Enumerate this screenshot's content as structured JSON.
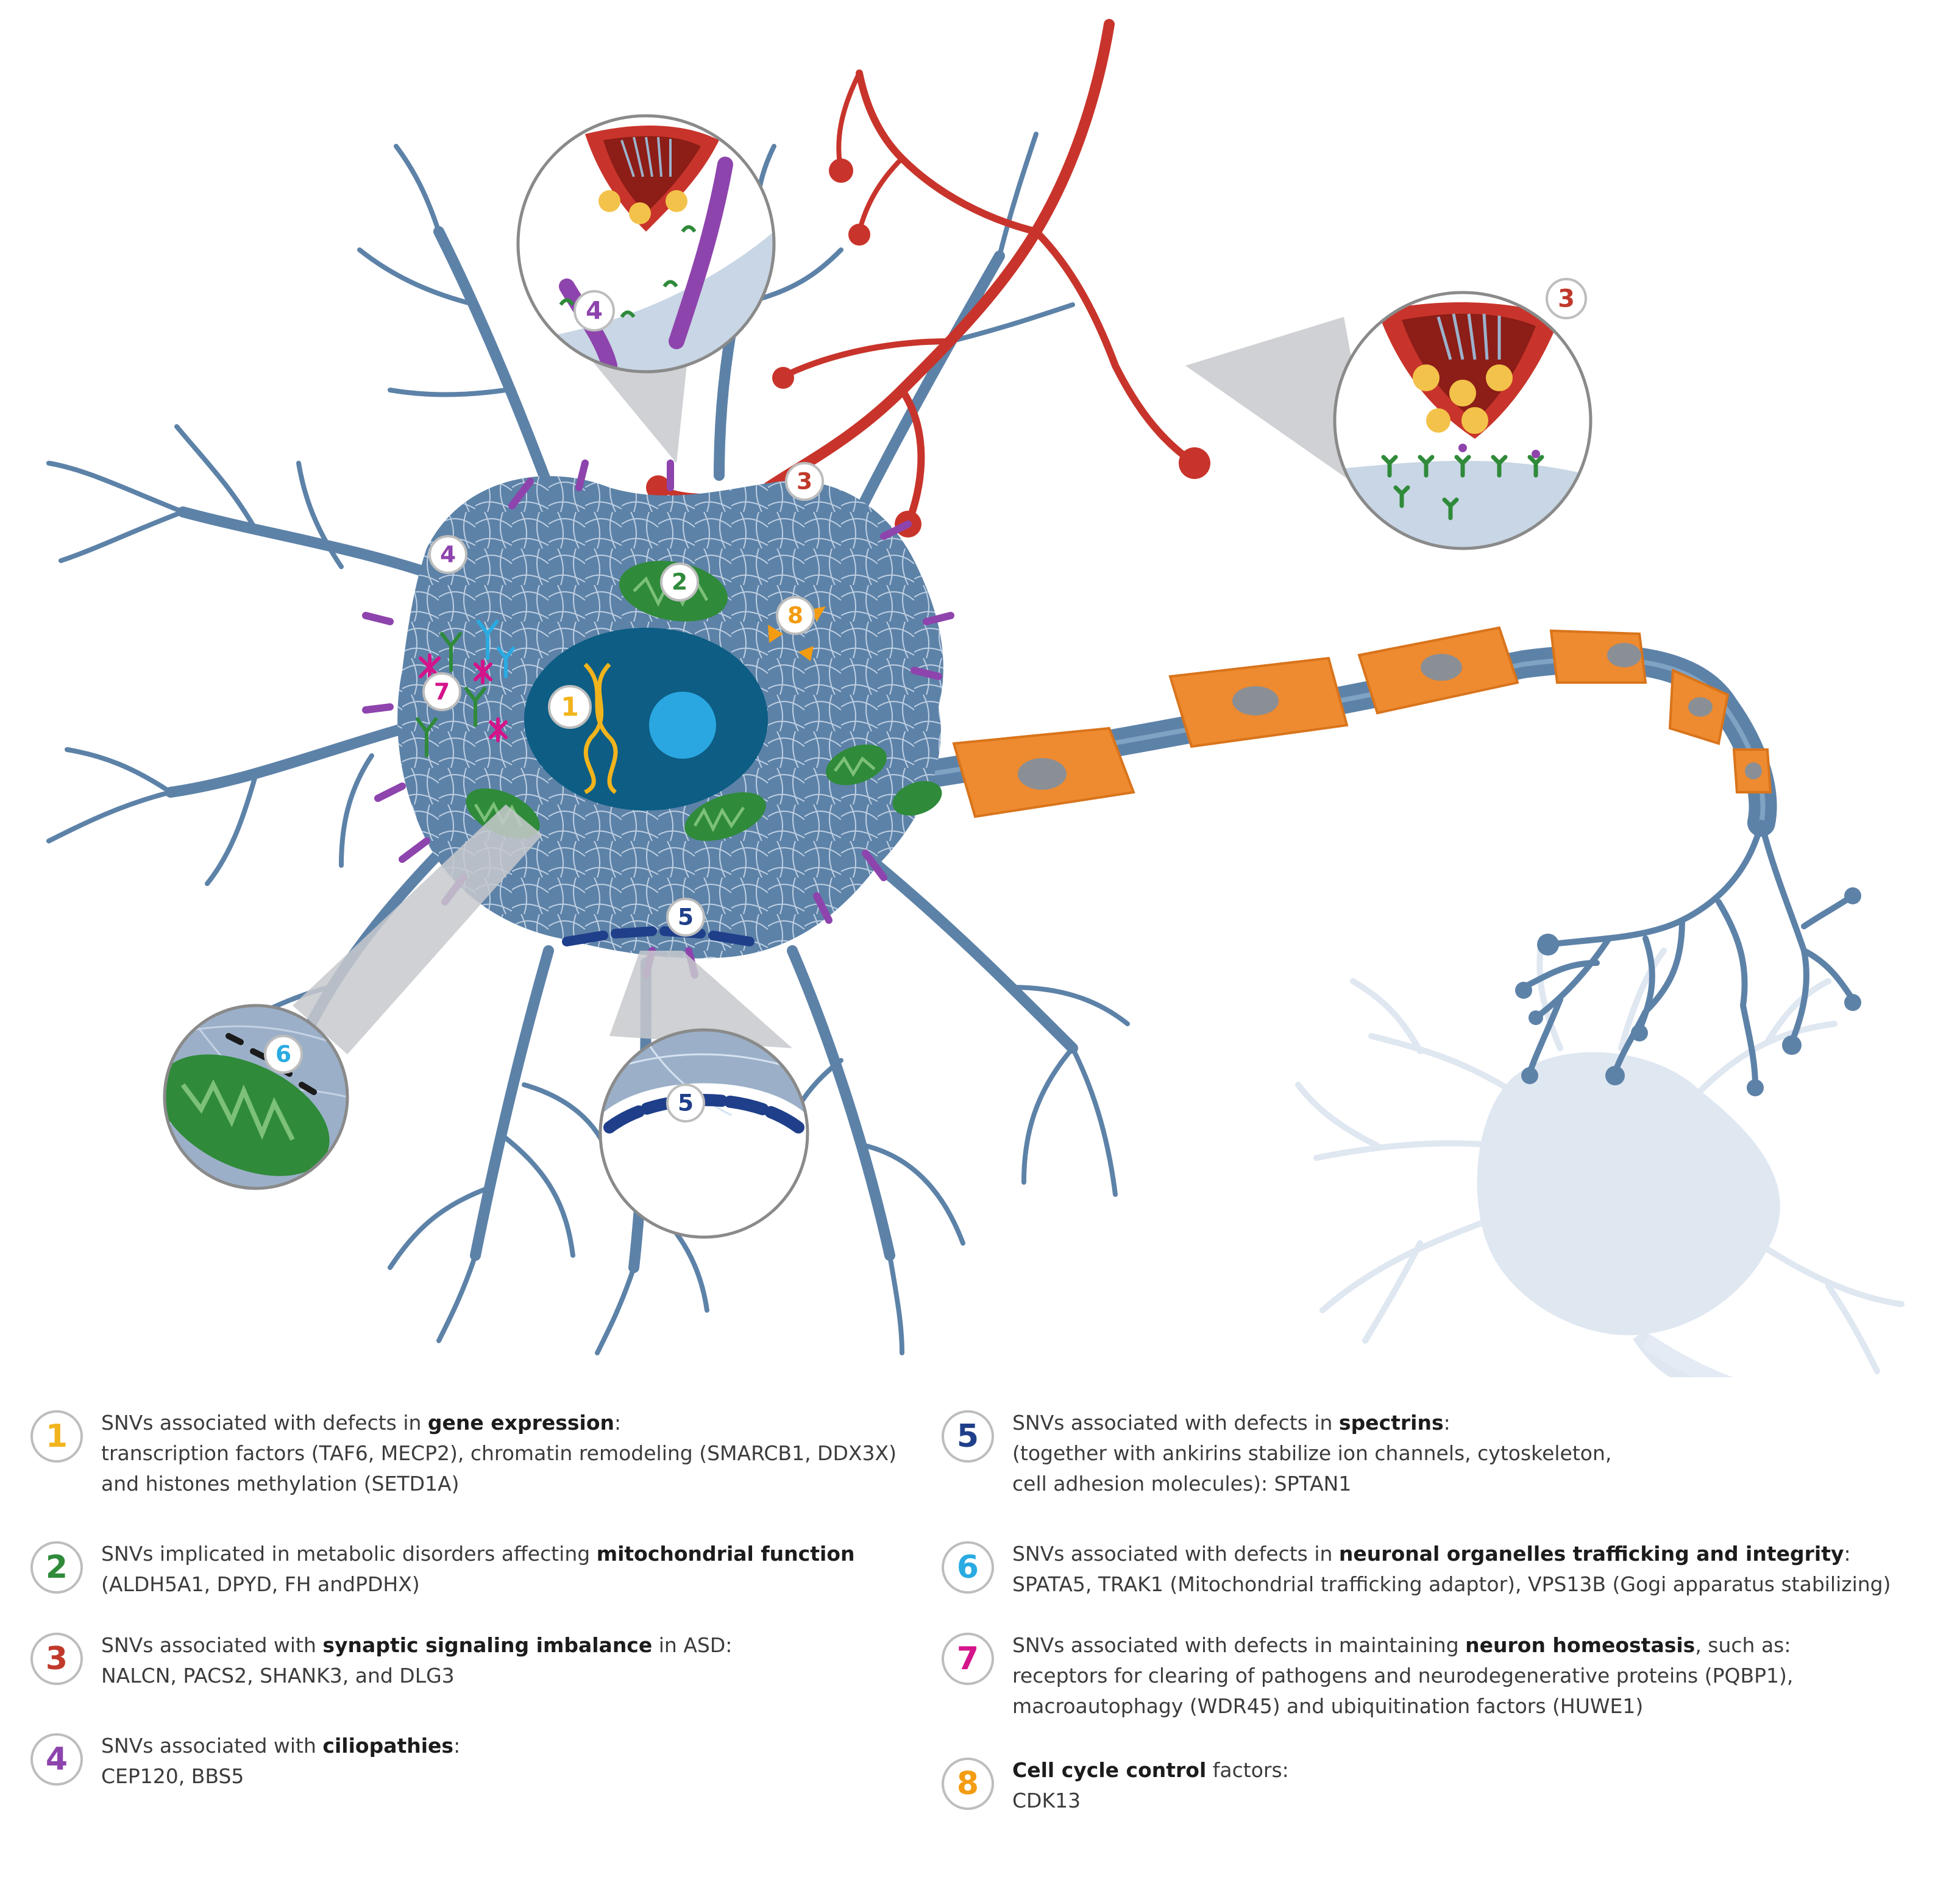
{
  "badges": {
    "b1": {
      "label": "1",
      "color": "#f2b41c"
    },
    "b2": {
      "label": "2",
      "color": "#2f8a3a"
    },
    "b3": {
      "label": "3",
      "color": "#c0392b"
    },
    "b4": {
      "label": "4",
      "color": "#8e44ad"
    },
    "b5": {
      "label": "5",
      "color": "#1f3f8a"
    },
    "b6": {
      "label": "6",
      "color": "#29abe2"
    },
    "b7": {
      "label": "7",
      "color": "#d4148a"
    },
    "b8": {
      "label": "8",
      "color": "#f39c12"
    }
  },
  "legend": {
    "items": [
      {
        "num": "1",
        "color": "#f2b41c",
        "pre": "SNVs associated with defects in ",
        "bold": "gene expression",
        "post": ":",
        "lines": [
          "transcription factors (TAF6, MECP2), chromatin remodeling (SMARCB1, DDX3X)",
          "and histones methylation (SETD1A)"
        ]
      },
      {
        "num": "2",
        "color": "#2f8a3a",
        "pre": "SNVs implicated in metabolic disorders affecting ",
        "bold": "mitochondrial function",
        "post": "",
        "lines": [
          "(ALDH5A1, DPYD, FH andPDHX)"
        ]
      },
      {
        "num": "3",
        "color": "#c0392b",
        "pre": "SNVs associated with ",
        "bold": "synaptic signaling imbalance",
        "post": " in ASD:",
        "lines": [
          "NALCN, PACS2, SHANK3, and DLG3"
        ]
      },
      {
        "num": "4",
        "color": "#8e44ad",
        "pre": "SNVs associated with ",
        "bold": "ciliopathies",
        "post": ":",
        "lines": [
          "CEP120, BBS5"
        ]
      },
      {
        "num": "5",
        "color": "#1f3f8a",
        "pre": "SNVs associated with defects in ",
        "bold": "spectrins",
        "post": ":",
        "lines": [
          "(together with ankirins stabilize ion channels, cytoskeleton,",
          "cell adhesion molecules): SPTAN1"
        ]
      },
      {
        "num": "6",
        "color": "#29abe2",
        "pre": "SNVs associated with defects in ",
        "bold": "neuronal organelles  trafficking and integrity",
        "post": ":",
        "lines": [
          "SPATA5, TRAK1 (Mitochondrial trafficking adaptor), VPS13B (Gogi apparatus stabilizing)"
        ]
      },
      {
        "num": "7",
        "color": "#d4148a",
        "pre": "SNVs associated with defects in maintaining ",
        "bold": "neuron homeostasis",
        "post": ", such as:",
        "lines": [
          "receptors for clearing of pathogens and neurodegenerative proteins (PQBP1),",
          "macroautophagy (WDR45) and ubiquitination factors (HUWE1)"
        ]
      },
      {
        "num": "8",
        "color": "#f39c12",
        "pre": "",
        "bold": "Cell cycle control",
        "post": " factors:",
        "lines": [
          "CDK13"
        ]
      }
    ]
  }
}
